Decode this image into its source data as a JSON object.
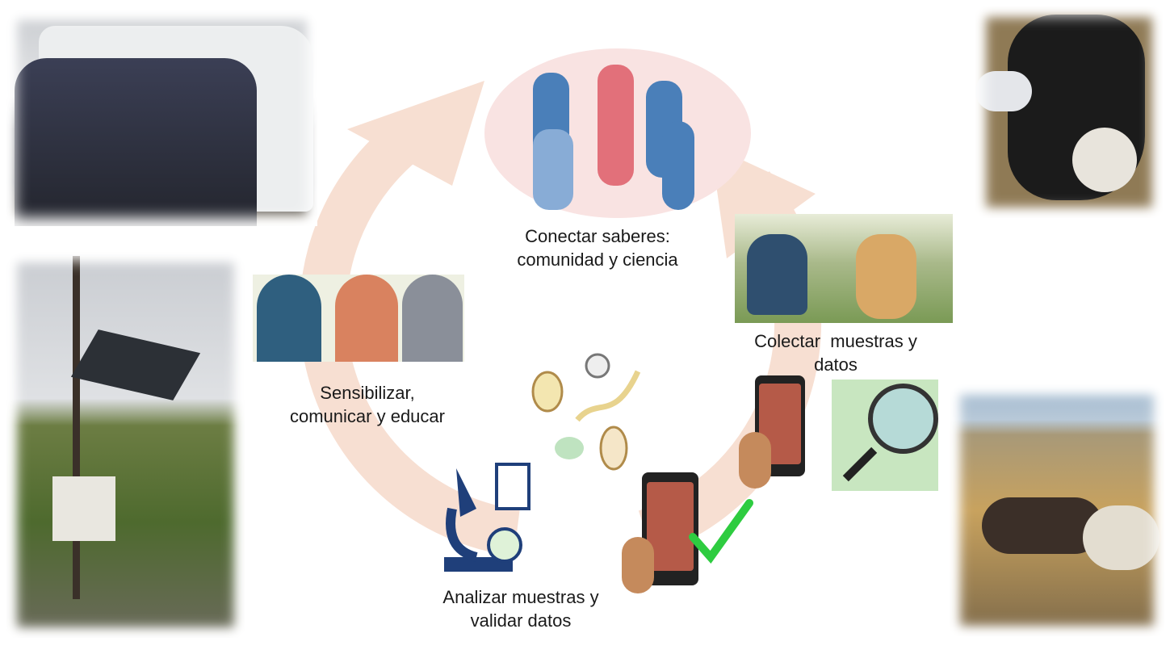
{
  "steps": [
    {
      "label_line1": "Conectar saberes:",
      "label_line2": "comunidad y ciencia"
    },
    {
      "label_line1": "Colectar  muestras y",
      "label_line2": "datos"
    },
    {
      "label_line1": "Analizar muestras y",
      "label_line2": "validar datos"
    },
    {
      "label_line1": "Sensibilizar,",
      "label_line2": "comunicar y educar"
    }
  ],
  "colors": {
    "cycle_arrow": "#f7dfd2",
    "check": "#2ecc40",
    "microscope": "#1f3f7a"
  },
  "icons": [
    "team-photo",
    "dog-photo",
    "weather-station-photo",
    "sheep-photo",
    "community-circle-illustration",
    "dog-sampling-illustration",
    "people-illustration",
    "parasites-illustration",
    "microscope-icon",
    "phone-app-icon",
    "map-magnifier-icon",
    "checkmark-icon"
  ]
}
